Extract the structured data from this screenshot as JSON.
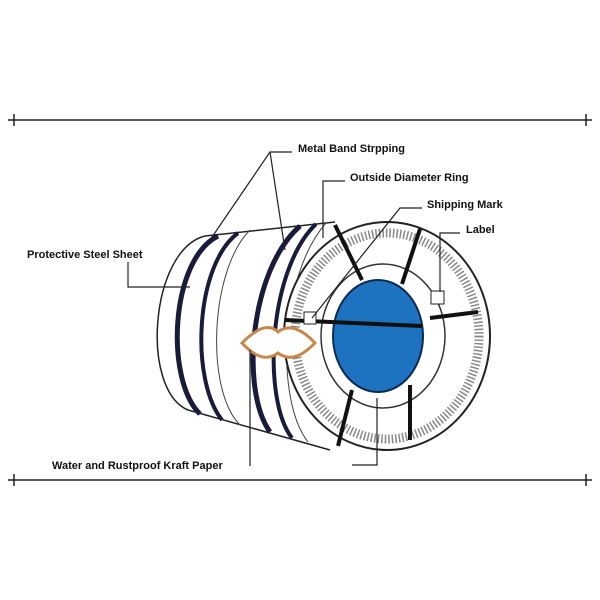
{
  "labels": {
    "metal_band": "Metal Band Strpping",
    "outside_ring": "Outside Diameter Ring",
    "shipping_mark": "Shipping Mark",
    "label": "Label",
    "protective_sheet": "Protective Steel Sheet",
    "kraft_paper": "Water and Rustproof Kraft Paper"
  },
  "colors": {
    "inner_core": "#1d73c0",
    "kraft": "#c8874a",
    "band": "#1a1a3a"
  }
}
